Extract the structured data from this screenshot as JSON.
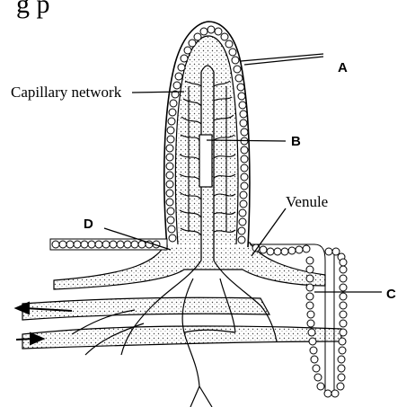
{
  "header_text": "g    p",
  "labels": {
    "A": "A",
    "B": "B",
    "C": "C",
    "D": "D",
    "capillary_network": "Capillary network",
    "venule": "Venule"
  }
}
